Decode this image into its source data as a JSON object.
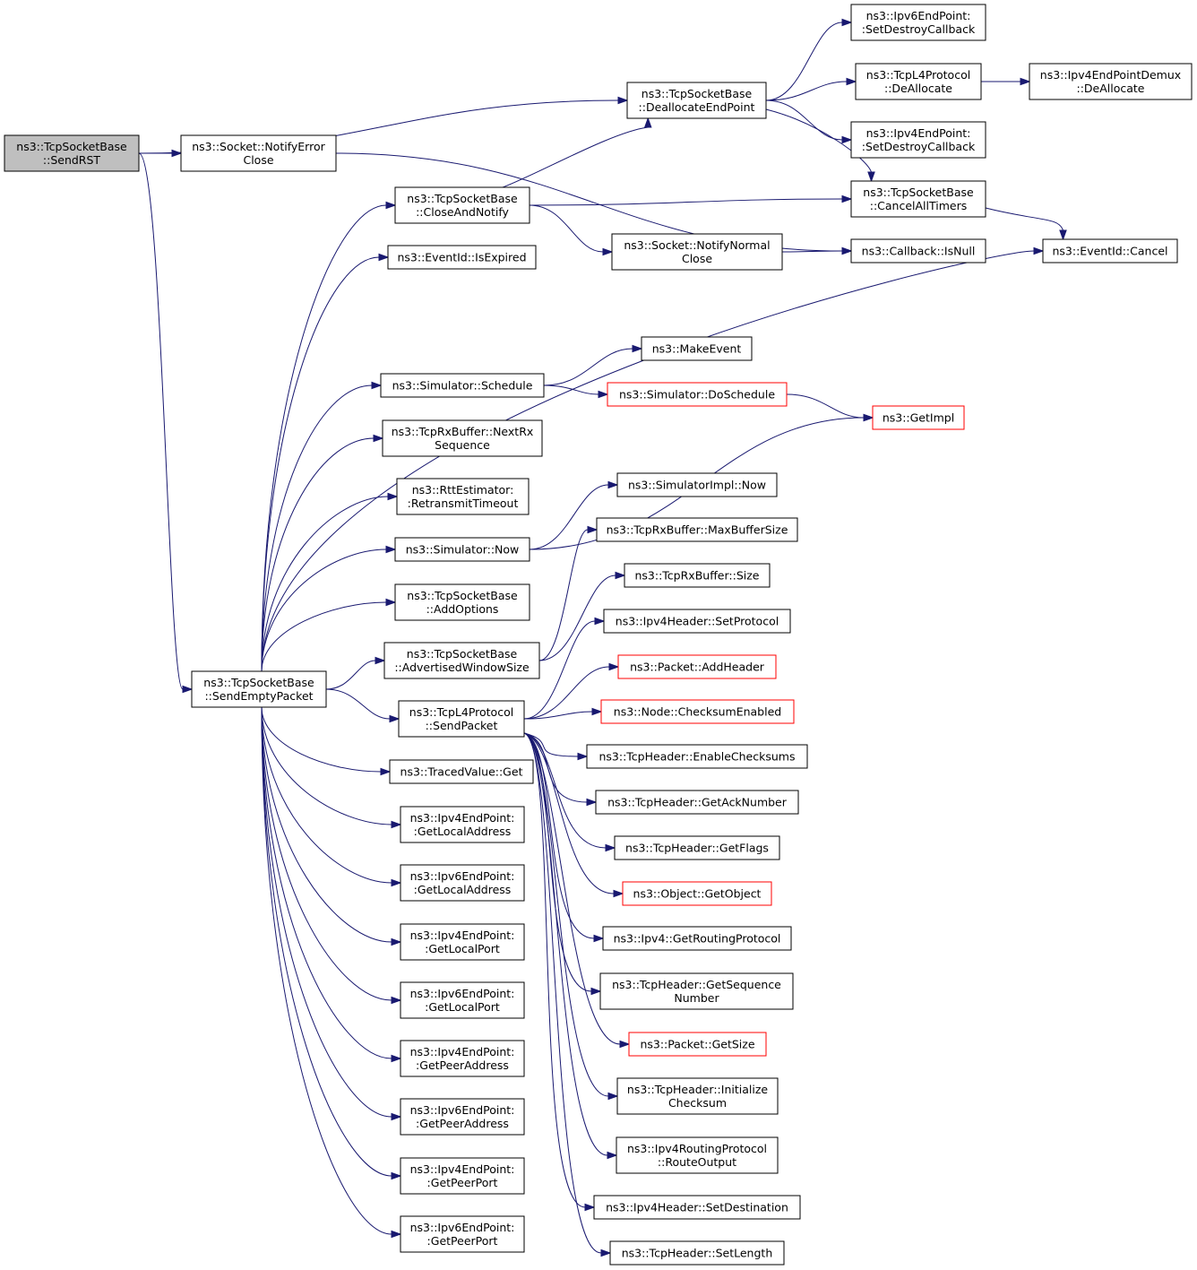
{
  "graph": {
    "nodes": [
      {
        "id": "send_rst",
        "lines": [
          "ns3::TcpSocketBase",
          "::SendRST"
        ],
        "style": "root"
      },
      {
        "id": "notify_error_close",
        "lines": [
          "ns3::Socket::NotifyError",
          "Close"
        ],
        "style": "normal"
      },
      {
        "id": "deallocate_end_point",
        "lines": [
          "ns3::TcpSocketBase",
          "::DeallocateEndPoint"
        ],
        "style": "normal"
      },
      {
        "id": "ipv6_set_destroy_callback",
        "lines": [
          "ns3::Ipv6EndPoint:",
          ":SetDestroyCallback"
        ],
        "style": "normal"
      },
      {
        "id": "tcpl4_deallocate",
        "lines": [
          "ns3::TcpL4Protocol",
          "::DeAllocate"
        ],
        "style": "normal"
      },
      {
        "id": "ipv4_demux_deallocate",
        "lines": [
          "ns3::Ipv4EndPointDemux",
          "::DeAllocate"
        ],
        "style": "normal"
      },
      {
        "id": "ipv4_set_destroy_callback",
        "lines": [
          "ns3::Ipv4EndPoint:",
          ":SetDestroyCallback"
        ],
        "style": "normal"
      },
      {
        "id": "close_and_notify",
        "lines": [
          "ns3::TcpSocketBase",
          "::CloseAndNotify"
        ],
        "style": "normal"
      },
      {
        "id": "cancel_all_timers",
        "lines": [
          "ns3::TcpSocketBase",
          "::CancelAllTimers"
        ],
        "style": "normal"
      },
      {
        "id": "notify_normal_close",
        "lines": [
          "ns3::Socket::NotifyNormal",
          "Close"
        ],
        "style": "normal"
      },
      {
        "id": "callback_is_null",
        "lines": [
          "ns3::Callback::IsNull"
        ],
        "style": "normal"
      },
      {
        "id": "eventid_cancel",
        "lines": [
          "ns3::EventId::Cancel"
        ],
        "style": "normal"
      },
      {
        "id": "eventid_is_expired",
        "lines": [
          "ns3::EventId::IsExpired"
        ],
        "style": "normal"
      },
      {
        "id": "make_event",
        "lines": [
          "ns3::MakeEvent"
        ],
        "style": "normal"
      },
      {
        "id": "simulator_schedule",
        "lines": [
          "ns3::Simulator::Schedule"
        ],
        "style": "normal"
      },
      {
        "id": "simulator_do_schedule",
        "lines": [
          "ns3::Simulator::DoSchedule"
        ],
        "style": "red"
      },
      {
        "id": "get_impl",
        "lines": [
          "ns3::GetImpl"
        ],
        "style": "red"
      },
      {
        "id": "next_rx_sequence",
        "lines": [
          "ns3::TcpRxBuffer::NextRx",
          "Sequence"
        ],
        "style": "normal"
      },
      {
        "id": "retransmit_timeout",
        "lines": [
          "ns3::RttEstimator:",
          ":RetransmitTimeout"
        ],
        "style": "normal"
      },
      {
        "id": "simulator_impl_now",
        "lines": [
          "ns3::SimulatorImpl::Now"
        ],
        "style": "normal"
      },
      {
        "id": "simulator_now",
        "lines": [
          "ns3::Simulator::Now"
        ],
        "style": "normal"
      },
      {
        "id": "max_buffer_size",
        "lines": [
          "ns3::TcpRxBuffer::MaxBufferSize"
        ],
        "style": "normal"
      },
      {
        "id": "add_options",
        "lines": [
          "ns3::TcpSocketBase",
          "::AddOptions"
        ],
        "style": "normal"
      },
      {
        "id": "rx_buffer_size",
        "lines": [
          "ns3::TcpRxBuffer::Size"
        ],
        "style": "normal"
      },
      {
        "id": "ipv4header_set_protocol",
        "lines": [
          "ns3::Ipv4Header::SetProtocol"
        ],
        "style": "normal"
      },
      {
        "id": "advertised_window_size",
        "lines": [
          "ns3::TcpSocketBase",
          "::AdvertisedWindowSize"
        ],
        "style": "normal"
      },
      {
        "id": "packet_add_header",
        "lines": [
          "ns3::Packet::AddHeader"
        ],
        "style": "red"
      },
      {
        "id": "send_empty_packet",
        "lines": [
          "ns3::TcpSocketBase",
          "::SendEmptyPacket"
        ],
        "style": "normal"
      },
      {
        "id": "tcpl4_send_packet",
        "lines": [
          "ns3::TcpL4Protocol",
          "::SendPacket"
        ],
        "style": "normal"
      },
      {
        "id": "node_checksum_enabled",
        "lines": [
          "ns3::Node::ChecksumEnabled"
        ],
        "style": "red"
      },
      {
        "id": "enable_checksums",
        "lines": [
          "ns3::TcpHeader::EnableChecksums"
        ],
        "style": "normal"
      },
      {
        "id": "traced_value_get",
        "lines": [
          "ns3::TracedValue::Get"
        ],
        "style": "normal"
      },
      {
        "id": "get_ack_number",
        "lines": [
          "ns3::TcpHeader::GetAckNumber"
        ],
        "style": "normal"
      },
      {
        "id": "ipv4_get_local_address",
        "lines": [
          "ns3::Ipv4EndPoint:",
          ":GetLocalAddress"
        ],
        "style": "normal"
      },
      {
        "id": "get_flags",
        "lines": [
          "ns3::TcpHeader::GetFlags"
        ],
        "style": "normal"
      },
      {
        "id": "ipv6_get_local_address",
        "lines": [
          "ns3::Ipv6EndPoint:",
          ":GetLocalAddress"
        ],
        "style": "normal"
      },
      {
        "id": "object_get_object",
        "lines": [
          "ns3::Object::GetObject"
        ],
        "style": "red"
      },
      {
        "id": "ipv4_get_local_port",
        "lines": [
          "ns3::Ipv4EndPoint:",
          ":GetLocalPort"
        ],
        "style": "normal"
      },
      {
        "id": "get_routing_protocol",
        "lines": [
          "ns3::Ipv4::GetRoutingProtocol"
        ],
        "style": "normal"
      },
      {
        "id": "get_sequence_number",
        "lines": [
          "ns3::TcpHeader::GetSequence",
          "Number"
        ],
        "style": "normal"
      },
      {
        "id": "ipv6_get_local_port",
        "lines": [
          "ns3::Ipv6EndPoint:",
          ":GetLocalPort"
        ],
        "style": "normal"
      },
      {
        "id": "packet_get_size",
        "lines": [
          "ns3::Packet::GetSize"
        ],
        "style": "red"
      },
      {
        "id": "ipv4_get_peer_address",
        "lines": [
          "ns3::Ipv4EndPoint:",
          ":GetPeerAddress"
        ],
        "style": "normal"
      },
      {
        "id": "initialize_checksum",
        "lines": [
          "ns3::TcpHeader::Initialize",
          "Checksum"
        ],
        "style": "normal"
      },
      {
        "id": "ipv6_get_peer_address",
        "lines": [
          "ns3::Ipv6EndPoint:",
          ":GetPeerAddress"
        ],
        "style": "normal"
      },
      {
        "id": "route_output",
        "lines": [
          "ns3::Ipv4RoutingProtocol",
          "::RouteOutput"
        ],
        "style": "normal"
      },
      {
        "id": "ipv4_get_peer_port",
        "lines": [
          "ns3::Ipv4EndPoint:",
          ":GetPeerPort"
        ],
        "style": "normal"
      },
      {
        "id": "ipv4header_set_destination",
        "lines": [
          "ns3::Ipv4Header::SetDestination"
        ],
        "style": "normal"
      },
      {
        "id": "ipv6_get_peer_port",
        "lines": [
          "ns3::Ipv6EndPoint:",
          ":GetPeerPort"
        ],
        "style": "normal"
      },
      {
        "id": "tcpheader_set_length",
        "lines": [
          "ns3::TcpHeader::SetLength"
        ],
        "style": "normal"
      }
    ],
    "edges": [
      [
        "send_rst",
        "deallocate_end_point"
      ],
      [
        "send_rst",
        "notify_error_close"
      ],
      [
        "send_rst",
        "send_empty_packet"
      ],
      [
        "notify_error_close",
        "callback_is_null"
      ],
      [
        "deallocate_end_point",
        "ipv6_set_destroy_callback"
      ],
      [
        "deallocate_end_point",
        "tcpl4_deallocate"
      ],
      [
        "deallocate_end_point",
        "ipv4_set_destroy_callback"
      ],
      [
        "deallocate_end_point",
        "cancel_all_timers"
      ],
      [
        "tcpl4_deallocate",
        "ipv4_demux_deallocate"
      ],
      [
        "close_and_notify",
        "deallocate_end_point"
      ],
      [
        "close_and_notify",
        "cancel_all_timers"
      ],
      [
        "close_and_notify",
        "notify_normal_close"
      ],
      [
        "notify_normal_close",
        "callback_is_null"
      ],
      [
        "cancel_all_timers",
        "eventid_cancel"
      ],
      [
        "simulator_schedule",
        "make_event"
      ],
      [
        "simulator_schedule",
        "simulator_do_schedule"
      ],
      [
        "simulator_do_schedule",
        "get_impl"
      ],
      [
        "simulator_now",
        "get_impl"
      ],
      [
        "simulator_now",
        "simulator_impl_now"
      ],
      [
        "advertised_window_size",
        "max_buffer_size"
      ],
      [
        "advertised_window_size",
        "rx_buffer_size"
      ],
      [
        "send_empty_packet",
        "close_and_notify"
      ],
      [
        "send_empty_packet",
        "eventid_is_expired"
      ],
      [
        "send_empty_packet",
        "eventid_cancel"
      ],
      [
        "send_empty_packet",
        "simulator_schedule"
      ],
      [
        "send_empty_packet",
        "next_rx_sequence"
      ],
      [
        "send_empty_packet",
        "retransmit_timeout"
      ],
      [
        "send_empty_packet",
        "simulator_now"
      ],
      [
        "send_empty_packet",
        "add_options"
      ],
      [
        "send_empty_packet",
        "advertised_window_size"
      ],
      [
        "send_empty_packet",
        "tcpl4_send_packet"
      ],
      [
        "send_empty_packet",
        "traced_value_get"
      ],
      [
        "send_empty_packet",
        "ipv4_get_local_address"
      ],
      [
        "send_empty_packet",
        "ipv6_get_local_address"
      ],
      [
        "send_empty_packet",
        "ipv4_get_local_port"
      ],
      [
        "send_empty_packet",
        "ipv6_get_local_port"
      ],
      [
        "send_empty_packet",
        "ipv4_get_peer_address"
      ],
      [
        "send_empty_packet",
        "ipv6_get_peer_address"
      ],
      [
        "send_empty_packet",
        "ipv4_get_peer_port"
      ],
      [
        "send_empty_packet",
        "ipv6_get_peer_port"
      ],
      [
        "tcpl4_send_packet",
        "ipv4header_set_protocol"
      ],
      [
        "tcpl4_send_packet",
        "packet_add_header"
      ],
      [
        "tcpl4_send_packet",
        "node_checksum_enabled"
      ],
      [
        "tcpl4_send_packet",
        "enable_checksums"
      ],
      [
        "tcpl4_send_packet",
        "get_ack_number"
      ],
      [
        "tcpl4_send_packet",
        "get_flags"
      ],
      [
        "tcpl4_send_packet",
        "object_get_object"
      ],
      [
        "tcpl4_send_packet",
        "get_routing_protocol"
      ],
      [
        "tcpl4_send_packet",
        "get_sequence_number"
      ],
      [
        "tcpl4_send_packet",
        "packet_get_size"
      ],
      [
        "tcpl4_send_packet",
        "initialize_checksum"
      ],
      [
        "tcpl4_send_packet",
        "route_output"
      ],
      [
        "tcpl4_send_packet",
        "ipv4header_set_destination"
      ],
      [
        "tcpl4_send_packet",
        "tcpheader_set_length"
      ]
    ]
  },
  "colors": {
    "edge": "#191970",
    "node_border": "#000000",
    "root_fill": "#bfbfbf",
    "red_border": "#ff0000"
  }
}
